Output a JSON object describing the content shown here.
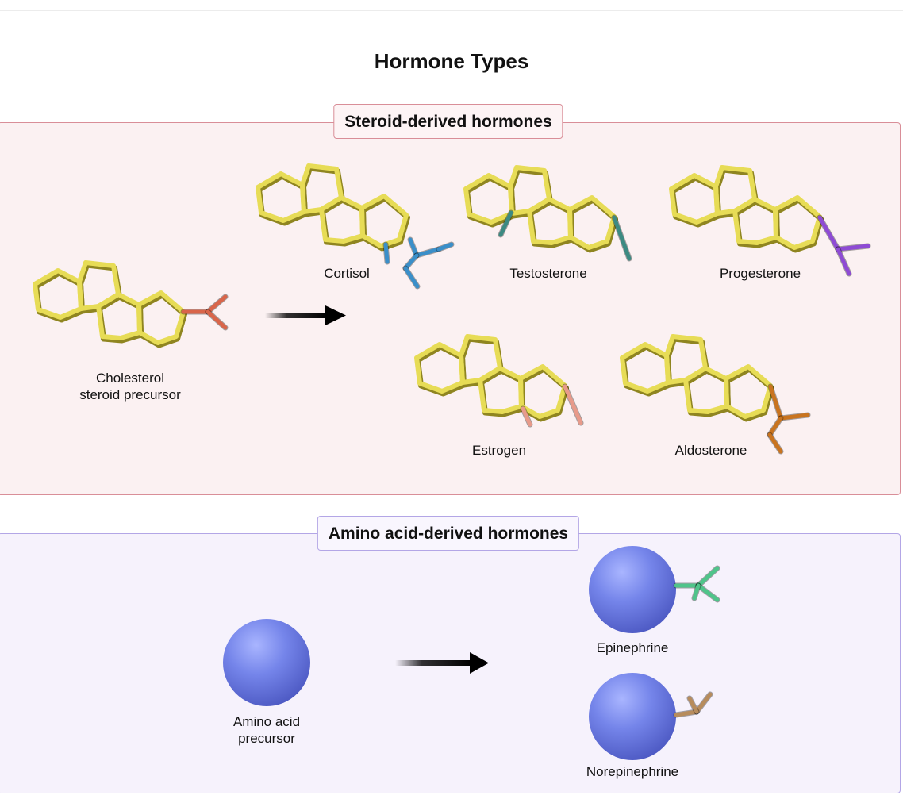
{
  "title": "Hormone Types",
  "steroid_section": {
    "heading": "Steroid-derived hormones",
    "precursor": {
      "line1": "Cholesterol",
      "line2": "steroid precursor",
      "group_color": "#d9654a"
    },
    "hormones": [
      {
        "name": "Cortisol",
        "group_color": "#3a8fc9"
      },
      {
        "name": "Testosterone",
        "group_color": "#3c8a82"
      },
      {
        "name": "Progesterone",
        "group_color": "#8e4bd4"
      },
      {
        "name": "Estrogen",
        "group_color": "#e89a8a"
      },
      {
        "name": "Aldosterone",
        "group_color": "#c9741f"
      }
    ],
    "ring_color": "#e7dc56"
  },
  "amino_section": {
    "heading": "Amino acid-derived hormones",
    "precursor": {
      "line1": "Amino acid",
      "line2": "precursor"
    },
    "hormones": [
      {
        "name": "Epinephrine",
        "group_color": "#4fc48a"
      },
      {
        "name": "Norepinephrine",
        "group_color": "#b78c5c"
      }
    ],
    "sphere_color": "#6f7fe3"
  }
}
